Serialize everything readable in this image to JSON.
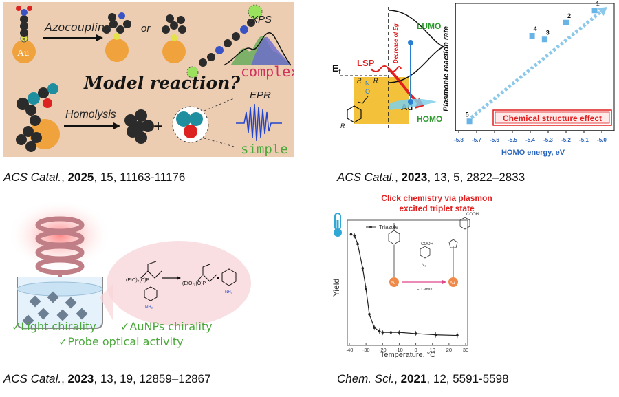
{
  "panels": {
    "p1": {
      "labels": {
        "au": "Au",
        "s": "S",
        "azocoupling": "Azocoupling",
        "or": "or",
        "xps": "XPS",
        "complex": "complex",
        "model_reaction": "Model reaction?",
        "homolysis": "Homolysis",
        "plus": "+",
        "epr": "EPR",
        "simple": "simple"
      },
      "citation": {
        "journal": "ACS Catal.",
        "year": "2025",
        "rest": ", 15, 11163-11176"
      }
    },
    "p2": {
      "labels": {
        "lumo": "LUMO",
        "homo": "HOMO",
        "ef": "E",
        "ef_sub": "f",
        "lsp": "LSP",
        "au": "Au",
        "decrease": "Decrease of Eg",
        "r1": "R",
        "n": "N",
        "r2": "R",
        "o": "O",
        "r3": "R",
        "ylabel": "Plasmonic reaction rate",
        "xlabel": "HOMO energy, eV",
        "effect": "Chemical structure effect"
      },
      "chart_data": {
        "type": "scatter",
        "title": "",
        "xlabel": "HOMO energy, eV",
        "ylabel": "Plasmonic reaction rate",
        "x_ticks": [
          "-5.8",
          "-5.7",
          "-5.6",
          "-5.5",
          "-5.4",
          "-5.3",
          "-5.2",
          "-5.1",
          "-5.0"
        ],
        "xlim": [
          -5.8,
          -4.95
        ],
        "points": [
          {
            "label": "1",
            "x": -5.04,
            "y": 0.97
          },
          {
            "label": "2",
            "x": -5.2,
            "y": 0.87
          },
          {
            "label": "3",
            "x": -5.32,
            "y": 0.73
          },
          {
            "label": "4",
            "x": -5.39,
            "y": 0.76
          },
          {
            "label": "5",
            "x": -5.74,
            "y": 0.05
          }
        ],
        "trend": [
          [
            -5.73,
            0.08
          ],
          [
            -4.97,
            1.0
          ]
        ]
      },
      "citation": {
        "journal": "ACS Catal.",
        "year": "2023",
        "rest": ", 13, 5, 2822–2833"
      }
    },
    "p3": {
      "labels": {
        "eto": "(EtO)₂(O)P",
        "eto2": "(EtO)₂(O)P",
        "nh2a": "NH₂",
        "nh2b": "NH₂",
        "check1": "✓Light chirality",
        "check2": "✓AuNPs chirality",
        "check3": "✓Probe optical activity"
      },
      "citation": {
        "journal": "ACS Catal.",
        "year": "2023",
        "rest": ", 13, 19, 12859–12867"
      }
    },
    "p4": {
      "labels": {
        "title1": "Click chemistry via plasmon",
        "title2": "excited triplet state",
        "legend": "Triazole",
        "ylabel": "Yield",
        "xlabel": "Temperature, °C",
        "cooh1": "COOH",
        "cooh2": "COOH",
        "n3": "N₃",
        "led": "LED λmax",
        "au1": "Au",
        "au2": "Au"
      },
      "chart_data": {
        "type": "line",
        "title": "Click chemistry via plasmon excited triplet state",
        "xlabel": "Temperature, °C",
        "ylabel": "Yield",
        "x_ticks": [
          "-40",
          "-30",
          "-20",
          "-10",
          "0",
          "10",
          "20",
          "30"
        ],
        "xlim": [
          -40,
          30
        ],
        "ylim": [
          0,
          1
        ],
        "series": [
          {
            "name": "Triazole",
            "x": [
              -39,
              -37,
              -35,
              -32,
              -30,
              -28,
              -25,
              -22,
              -20,
              -15,
              -10,
              0,
              12,
              25
            ],
            "y": [
              0.9,
              0.89,
              0.82,
              0.62,
              0.45,
              0.24,
              0.13,
              0.1,
              0.09,
              0.09,
              0.09,
              0.08,
              0.07,
              0.065
            ]
          }
        ]
      },
      "citation": {
        "journal": "Chem. Sci.",
        "year": "2021",
        "rest": ", 12, 5591-5598"
      }
    }
  }
}
